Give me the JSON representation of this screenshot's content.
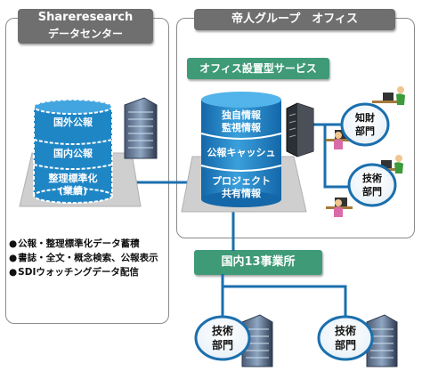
{
  "panels": {
    "datacenter": {
      "title_line1": "Shareresearch",
      "title_line2": "データセンター",
      "db_layers": [
        "国外公報",
        "国内公報",
        "整理標準化",
        "(業績)"
      ],
      "features": [
        "公報・整理標準化データ蓄積",
        "書誌・全文・概念検索、公報表示",
        "SDIウォッチングデータ配信"
      ]
    },
    "office": {
      "title": "帝人グループ　オフィス",
      "service_label": "オフィス設置型サービス",
      "db_layers": [
        "独自情報",
        "監視情報",
        "公報キャッシュ",
        "プロジェクト",
        "共有情報"
      ],
      "departments": [
        {
          "line1": "知財",
          "line2": "部門"
        },
        {
          "line1": "技術",
          "line2": "部門"
        }
      ]
    }
  },
  "sites": {
    "label": "国内13事業所",
    "departments": [
      {
        "line1": "技術",
        "line2": "部門"
      },
      {
        "line1": "技術",
        "line2": "部門"
      }
    ]
  },
  "colors": {
    "panel_border": "#8a8a8a",
    "title_bg": "#6f6f6f",
    "green": "#3f9a78",
    "db_blue": "#1f86c6",
    "connector": "#1a6fae"
  }
}
